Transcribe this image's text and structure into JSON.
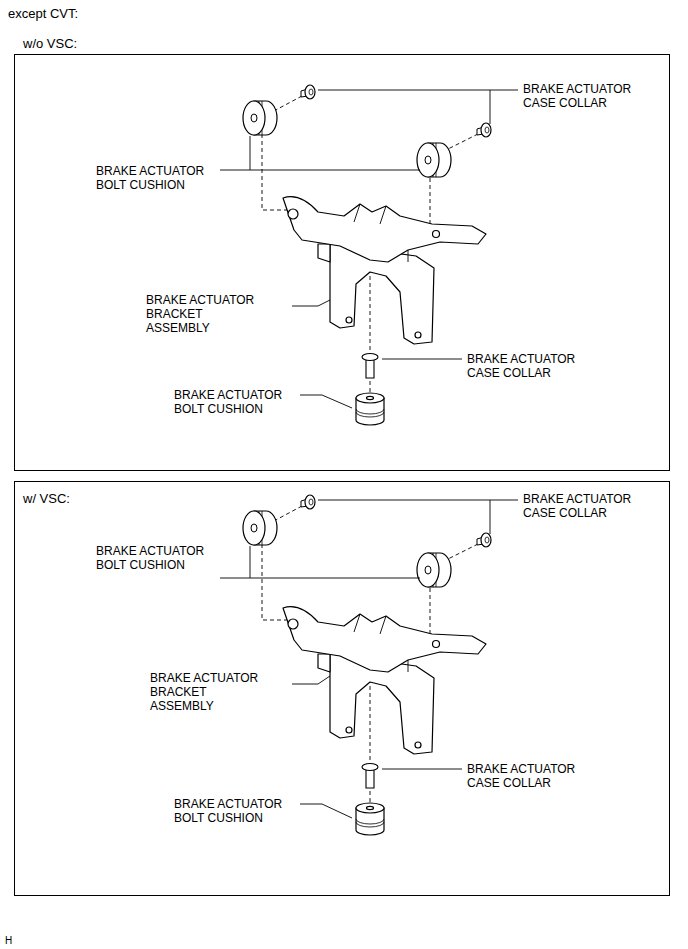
{
  "diagram": {
    "title": "except CVT:",
    "nodes": [
      {
        "text": [
          "w/o VSC:"
        ]
      },
      {
        "text": [
          "w/ VSC:"
        ]
      }
    ],
    "labels": [
      "BRAKE ACTUATOR CASE COLLAR",
      "BRAKE ACTUATOR BOLT CUSHION",
      "BRAKE ACTUATOR BRACKET ASSEMBLY",
      "BRAKE ACTUATOR CASE COLLAR",
      "BRAKE ACTUATOR BOLT CUSHION",
      "BRAKE ACTUATOR CASE COLLAR",
      "BRAKE ACTUATOR BOLT CUSHION",
      "BRAKE ACTUATOR BRACKET ASSEMBLY",
      "BRAKE ACTUATOR CASE COLLAR",
      "BRAKE ACTUATOR BOLT CUSHION",
      "H"
    ]
  }
}
